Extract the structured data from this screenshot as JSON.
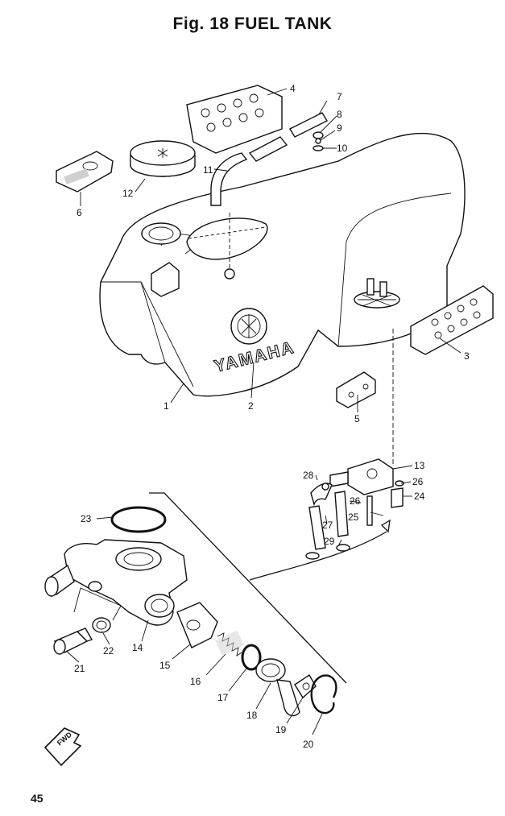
{
  "title": "Fig. 18 FUEL TANK",
  "page_number": "45",
  "brand_text": "YAMAHA",
  "fwd_text": "FWD",
  "callouts": {
    "c1": "1",
    "c2": "2",
    "c3": "3",
    "c4": "4",
    "c5": "5",
    "c6": "6",
    "c7": "7",
    "c8": "8",
    "c9": "9",
    "c10": "10",
    "c11": "11",
    "c12": "12",
    "c13": "13",
    "c14": "14",
    "c15": "15",
    "c16": "16",
    "c17": "17",
    "c18": "18",
    "c19": "19",
    "c20": "20",
    "c21": "21",
    "c22": "22",
    "c23": "23",
    "c24": "24",
    "c25": "25",
    "c26a": "26",
    "c26b": "26",
    "c27": "27",
    "c28": "28",
    "c29": "29"
  }
}
